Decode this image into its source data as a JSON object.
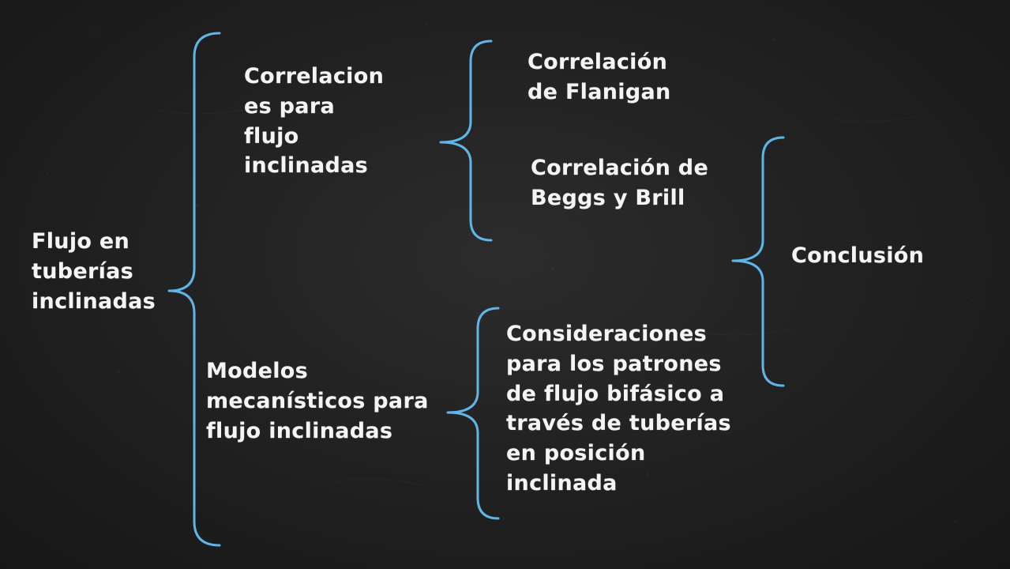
{
  "diagram": {
    "root": "Flujo en\ntuberías\ninclinadas",
    "branch_correlaciones": "Correlacion\nes para\nflujo\ninclinadas",
    "branch_modelos": "Modelos\nmecanísticos para\nflujo inclinadas",
    "correlacion_flanigan": "Correlación\nde Flanigan",
    "correlacion_beggs_brill": "Correlación de\nBeggs y Brill",
    "consideraciones": " Consideraciones\npara los patrones\nde flujo bifásico a\ntravés de tuberías\nen posición\ninclinada",
    "conclusion": "Conclusión"
  },
  "colors": {
    "background": "#1e1e1e",
    "brace": "#5fb6e6",
    "text": "#f4f4f4"
  }
}
